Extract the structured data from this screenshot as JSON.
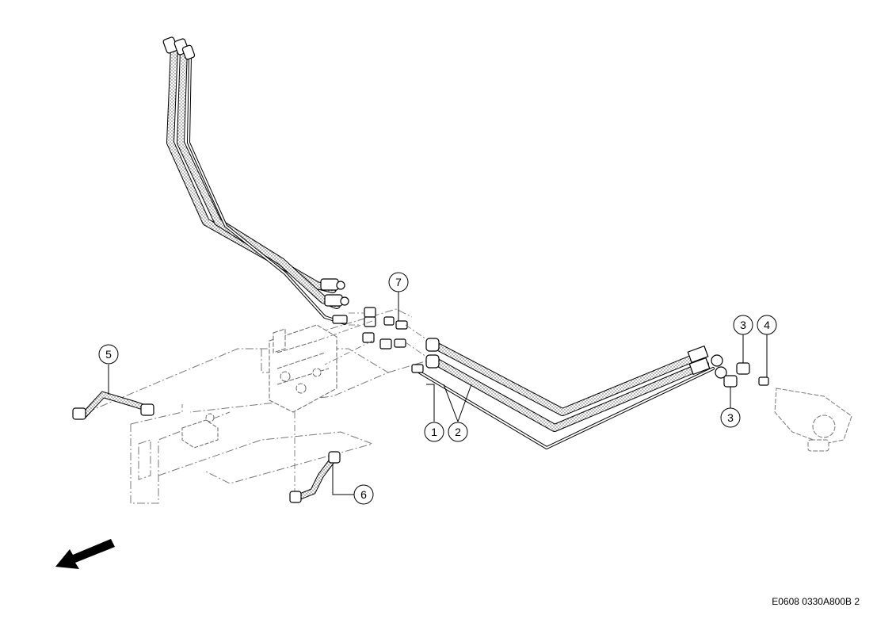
{
  "callouts": [
    {
      "label": "1"
    },
    {
      "label": "2"
    },
    {
      "label": "3"
    },
    {
      "label": "3"
    },
    {
      "label": "4"
    },
    {
      "label": "5"
    },
    {
      "label": "6"
    },
    {
      "label": "7"
    }
  ],
  "reference_code": "E0608 0330A800B 2"
}
